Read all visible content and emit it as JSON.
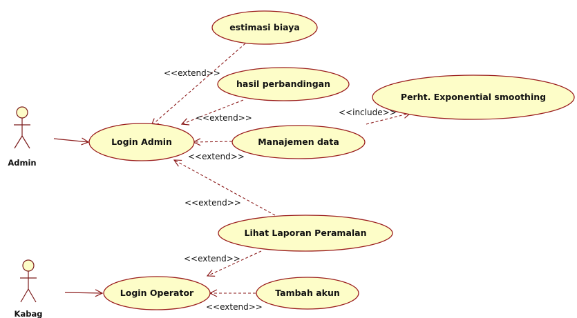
{
  "colors": {
    "usecase_fill": "#fdfdc8",
    "usecase_stroke": "#9a1c1c",
    "line": "#8b1a1a",
    "text": "#111111"
  },
  "actors": {
    "admin": "Admin",
    "kabag": "Kabag"
  },
  "usecases": {
    "estimasi_biaya": "estimasi biaya",
    "hasil_perbandingan": "hasil perbandingan",
    "perht_exponential": "Perht. Exponential smoothing",
    "login_admin": "Login Admin",
    "manajemen_data": "Manajemen data",
    "lihat_laporan": "Lihat Laporan Peramalan",
    "login_operator": "Login Operator",
    "tambah_akun": "Tambah akun"
  },
  "stereotypes": {
    "extend_estimasi": "<<extend>>",
    "extend_hasil": "<<extend>>",
    "include_perht": "<<include>>",
    "extend_manajemen": "<<extend>>",
    "extend_lihat_admin": "<<extend>>",
    "extend_lihat_operator": "<<extend>>",
    "extend_tambah": "<<extend>>"
  }
}
